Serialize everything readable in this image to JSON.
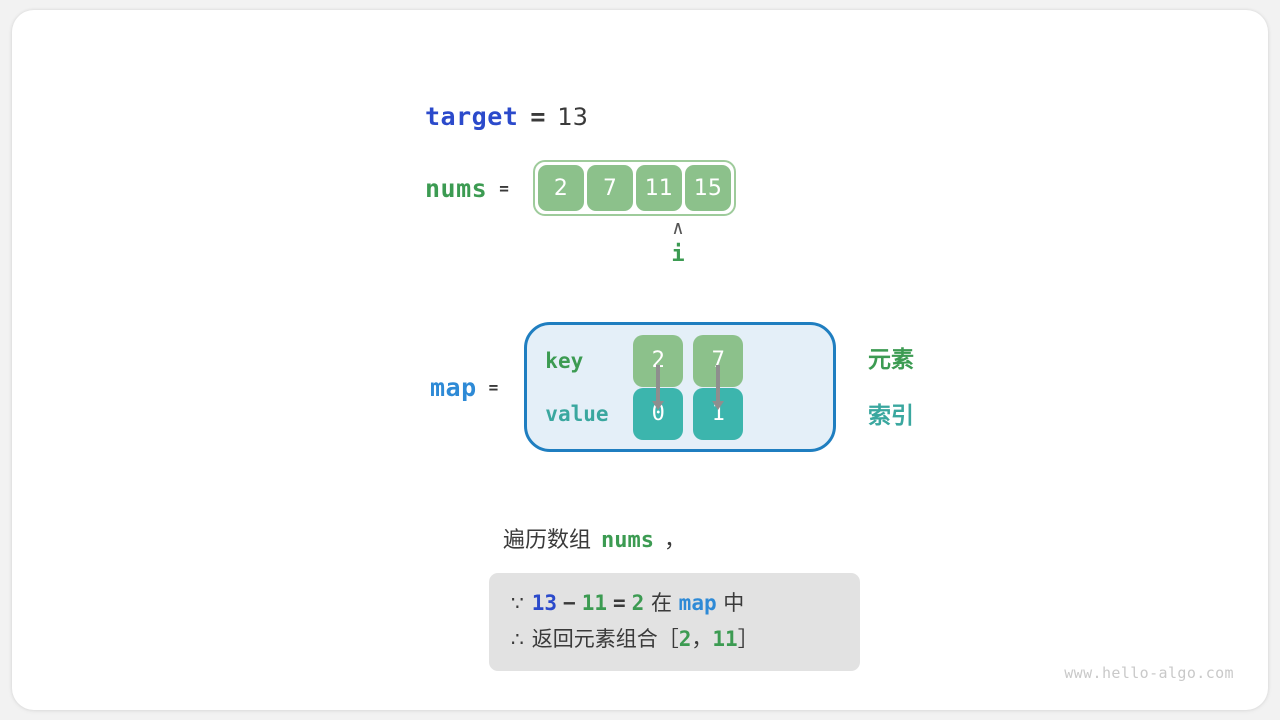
{
  "diagram": {
    "target": {
      "name": "target",
      "equals": "=",
      "value": "13"
    },
    "nums": {
      "name": "nums",
      "equals": "=",
      "cells": [
        "2",
        "7",
        "11",
        "15"
      ],
      "pointer": {
        "caret": "∧",
        "label": "i",
        "at_index": 2
      }
    },
    "map": {
      "name": "map",
      "equals": "=",
      "row_labels": {
        "key": "key",
        "value": "value"
      },
      "entries": [
        {
          "key": "2",
          "value": "0"
        },
        {
          "key": "7",
          "value": "1"
        }
      ],
      "side_labels": {
        "element": "元素",
        "index": "索引"
      }
    },
    "caption": {
      "text": "遍历数组",
      "code": "nums",
      "comma": "，"
    },
    "conclusion": {
      "line1": {
        "symbol": "∵",
        "a": "13",
        "minus": "−",
        "b": "11",
        "eq": "=",
        "c": "2",
        "mid": "在",
        "map": "map",
        "tail": "中"
      },
      "line2": {
        "symbol": "∴",
        "text": "返回元素组合",
        "bracket_open": "［",
        "v1": "2",
        "sep": "，",
        "v2": "11",
        "bracket_close": "］"
      }
    },
    "watermark": "www.hello-algo.com"
  },
  "colors": {
    "green": "#3c9b52",
    "cell_green": "#8cc18b",
    "teal": "#3cb5ad",
    "teal_text": "#3aa79f",
    "blue_target": "#2b4acb",
    "blue_map": "#2e8ad6",
    "map_bg": "#e4eff8",
    "map_border": "#1f7ec0",
    "box_bg": "#e2e2e2",
    "text": "#3a3a3a",
    "arrow": "#8e8e8e"
  }
}
